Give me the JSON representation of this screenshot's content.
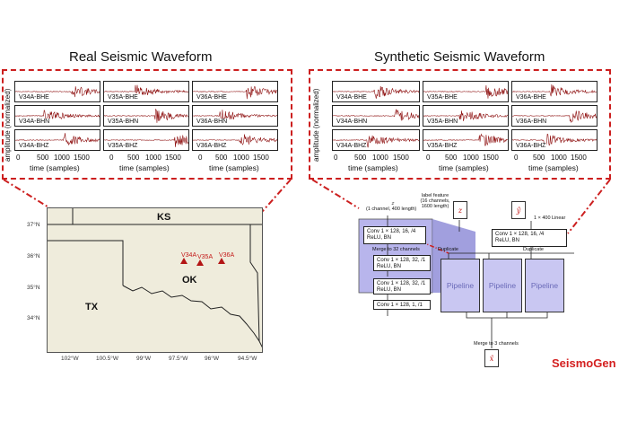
{
  "real": {
    "title": "Real Seismic Waveform",
    "ylabel": "amplitude (normalized)",
    "xlabel": "time (samples)",
    "ticks": [
      "0",
      "500",
      "1000",
      "1500"
    ],
    "panels": [
      "V34A-BHE",
      "V35A-BHE",
      "V36A-BHE",
      "V34A-BHN",
      "V35A-BHN",
      "V36A-BHN",
      "V34A-BHZ",
      "V35A-BHZ",
      "V36A-BHZ"
    ]
  },
  "synthetic": {
    "title": "Synthetic Seismic Waveform",
    "ylabel": "amplitude (normalized)",
    "xlabel": "time (samples)",
    "ticks": [
      "0",
      "500",
      "1000",
      "1500"
    ],
    "panels": [
      "V34A-BHE",
      "V35A-BHE",
      "V36A-BHE",
      "V34A-BHN",
      "V35A-BHN",
      "V36A-BHN",
      "V34A-BHZ",
      "V35A-BHZ",
      "V36A-BHZ"
    ]
  },
  "map": {
    "states": {
      "ks": "KS",
      "ok": "OK",
      "tx": "TX"
    },
    "lats": [
      "37°N",
      "36°N",
      "35°N",
      "34°N"
    ],
    "lons": [
      "102°W",
      "100.5°W",
      "99°W",
      "97.5°W",
      "96°W",
      "94.5°W"
    ],
    "stations": [
      "V34A",
      "V35A",
      "V36A"
    ]
  },
  "model": {
    "z_symbol": "z",
    "z_label": "(1 channel, 400 length)",
    "label_feature": "label feature\n(16 channels,\n1600 length)",
    "conv1": "Conv 1 × 128, 16, /4\nReLU, BN",
    "merge16": "Merge to 32 channels",
    "conv2": "Conv 1 × 128, 32, /1\nReLU, BN",
    "conv3": "Conv 1 × 128, 32, /1\nReLU, BN",
    "conv4": "Conv 1 × 128, 1, /1",
    "x_symbol": "z",
    "y_symbol": "ŷ",
    "linear": "1 × 400  Linear",
    "conv_right": "Conv 1 × 128, 16, /4\nReLU, BN",
    "duplicate1": "Duplicate",
    "duplicate2": "Duplicate",
    "pipelines": [
      "Pipeline",
      "Pipeline",
      "Pipeline"
    ],
    "merge3": "Merge to 3 channels",
    "out_symbol": "x̂"
  },
  "brand": "SeismoGen",
  "colors": {
    "accent": "#cc1f1f",
    "waveform": "#8b0a0a",
    "pipeline": "#c9c7f2",
    "map": "#efecdc"
  }
}
